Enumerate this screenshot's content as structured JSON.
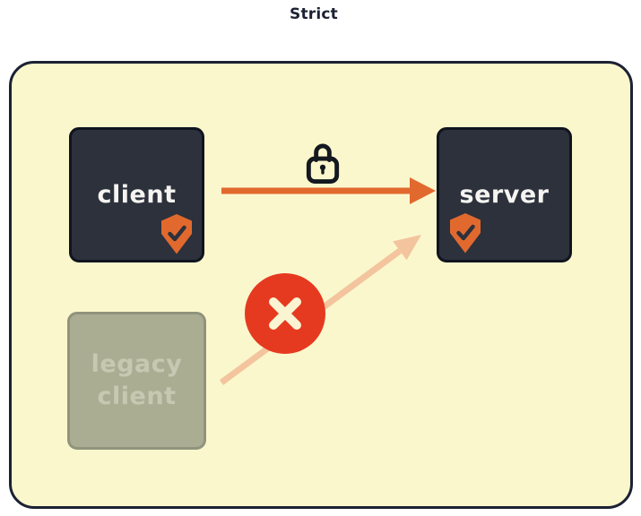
{
  "title": "Strict",
  "panel": {
    "client_box": {
      "label": "client",
      "badge": "shield-check-icon"
    },
    "server_box": {
      "label": "server",
      "badge": "shield-check-icon"
    },
    "legacy_box": {
      "label": "legacy client",
      "badge": null
    }
  },
  "connections": [
    {
      "from": "client",
      "to": "server",
      "style": "solid",
      "icon": "lock-icon",
      "status": "secured"
    },
    {
      "from": "legacy client",
      "to": "server",
      "style": "faded",
      "icon": "blocked-x-icon",
      "status": "blocked"
    }
  ],
  "icons": {
    "lock": "lock-icon",
    "client_shield": "shield-check-icon",
    "server_shield": "shield-check-icon",
    "blocked": "blocked-x-icon"
  },
  "colors": {
    "ink_navy": "#1c2133",
    "panel_yellow": "#fbf7cd",
    "box_dark": "#2c313c",
    "box_dark_border": "#10141e",
    "label_white": "#f5f4f1",
    "legacy_gray": "#abad93",
    "legacy_border": "#91947c",
    "legacy_text": "#c7c8b2",
    "accent_orange": "#e2692e",
    "faded_orange": "#f3c49d",
    "error_red": "#e63a20",
    "cream": "#faf4d2",
    "lock_ink": "#14181f"
  }
}
